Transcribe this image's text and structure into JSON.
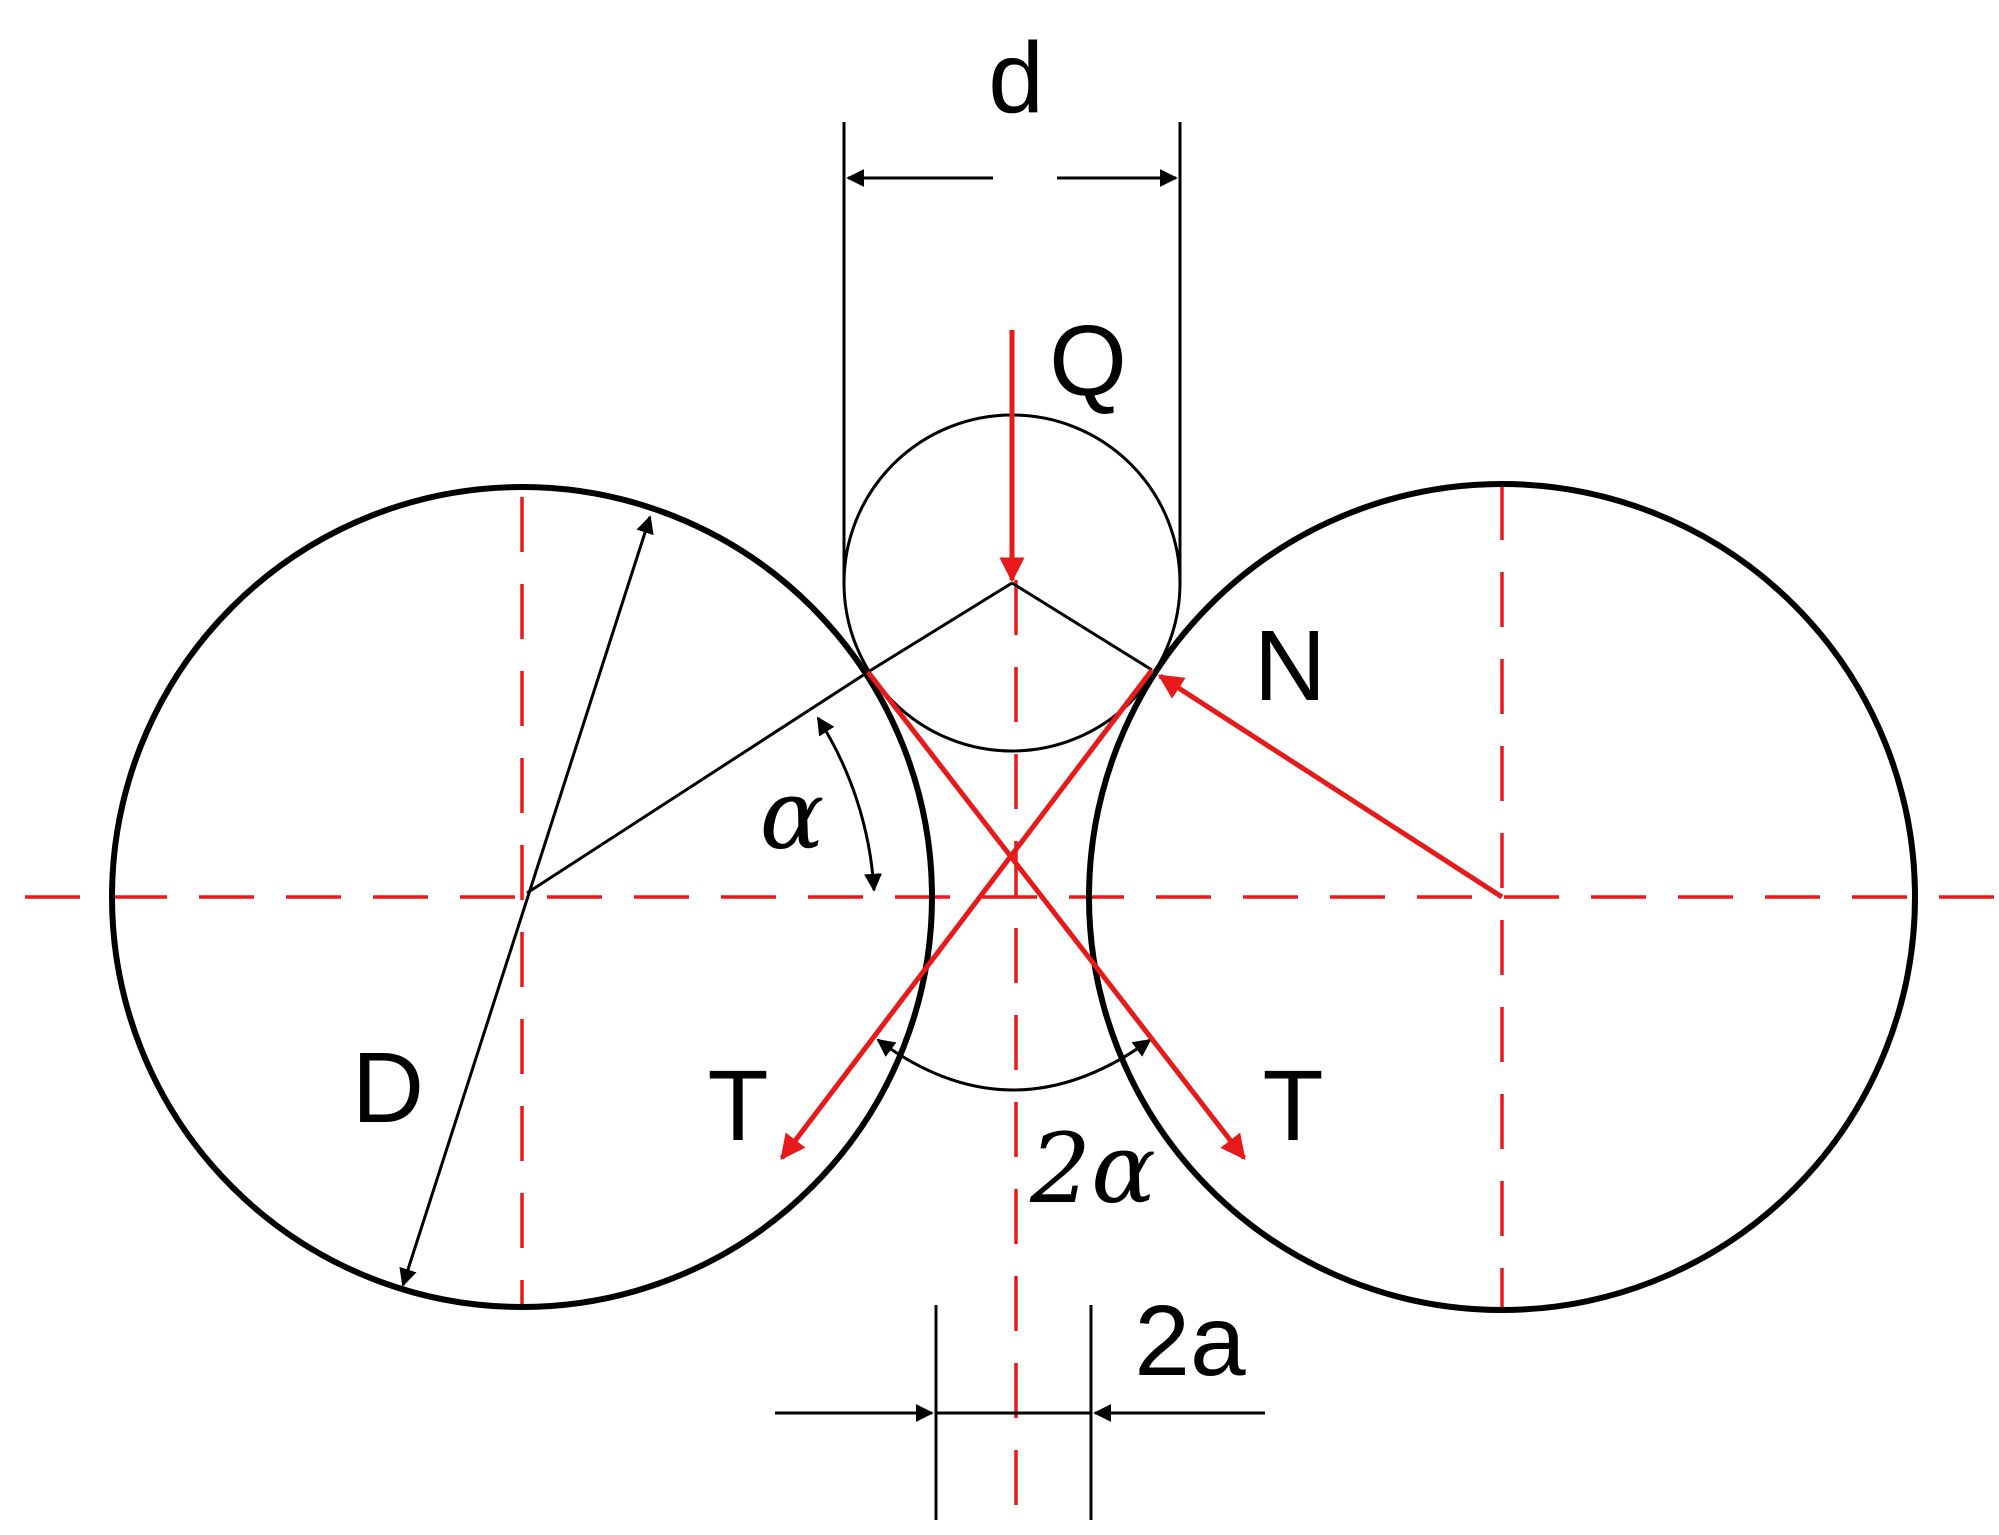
{
  "labels": {
    "d": "d",
    "Q": "Q",
    "N": "N",
    "D": "D",
    "T_left": "T",
    "T_right": "T",
    "alpha": "α",
    "two_alpha": "2α",
    "two_a": "2a"
  },
  "colors": {
    "outline": "#000000",
    "force": "#e8191a",
    "centerline": "#e8191a"
  }
}
